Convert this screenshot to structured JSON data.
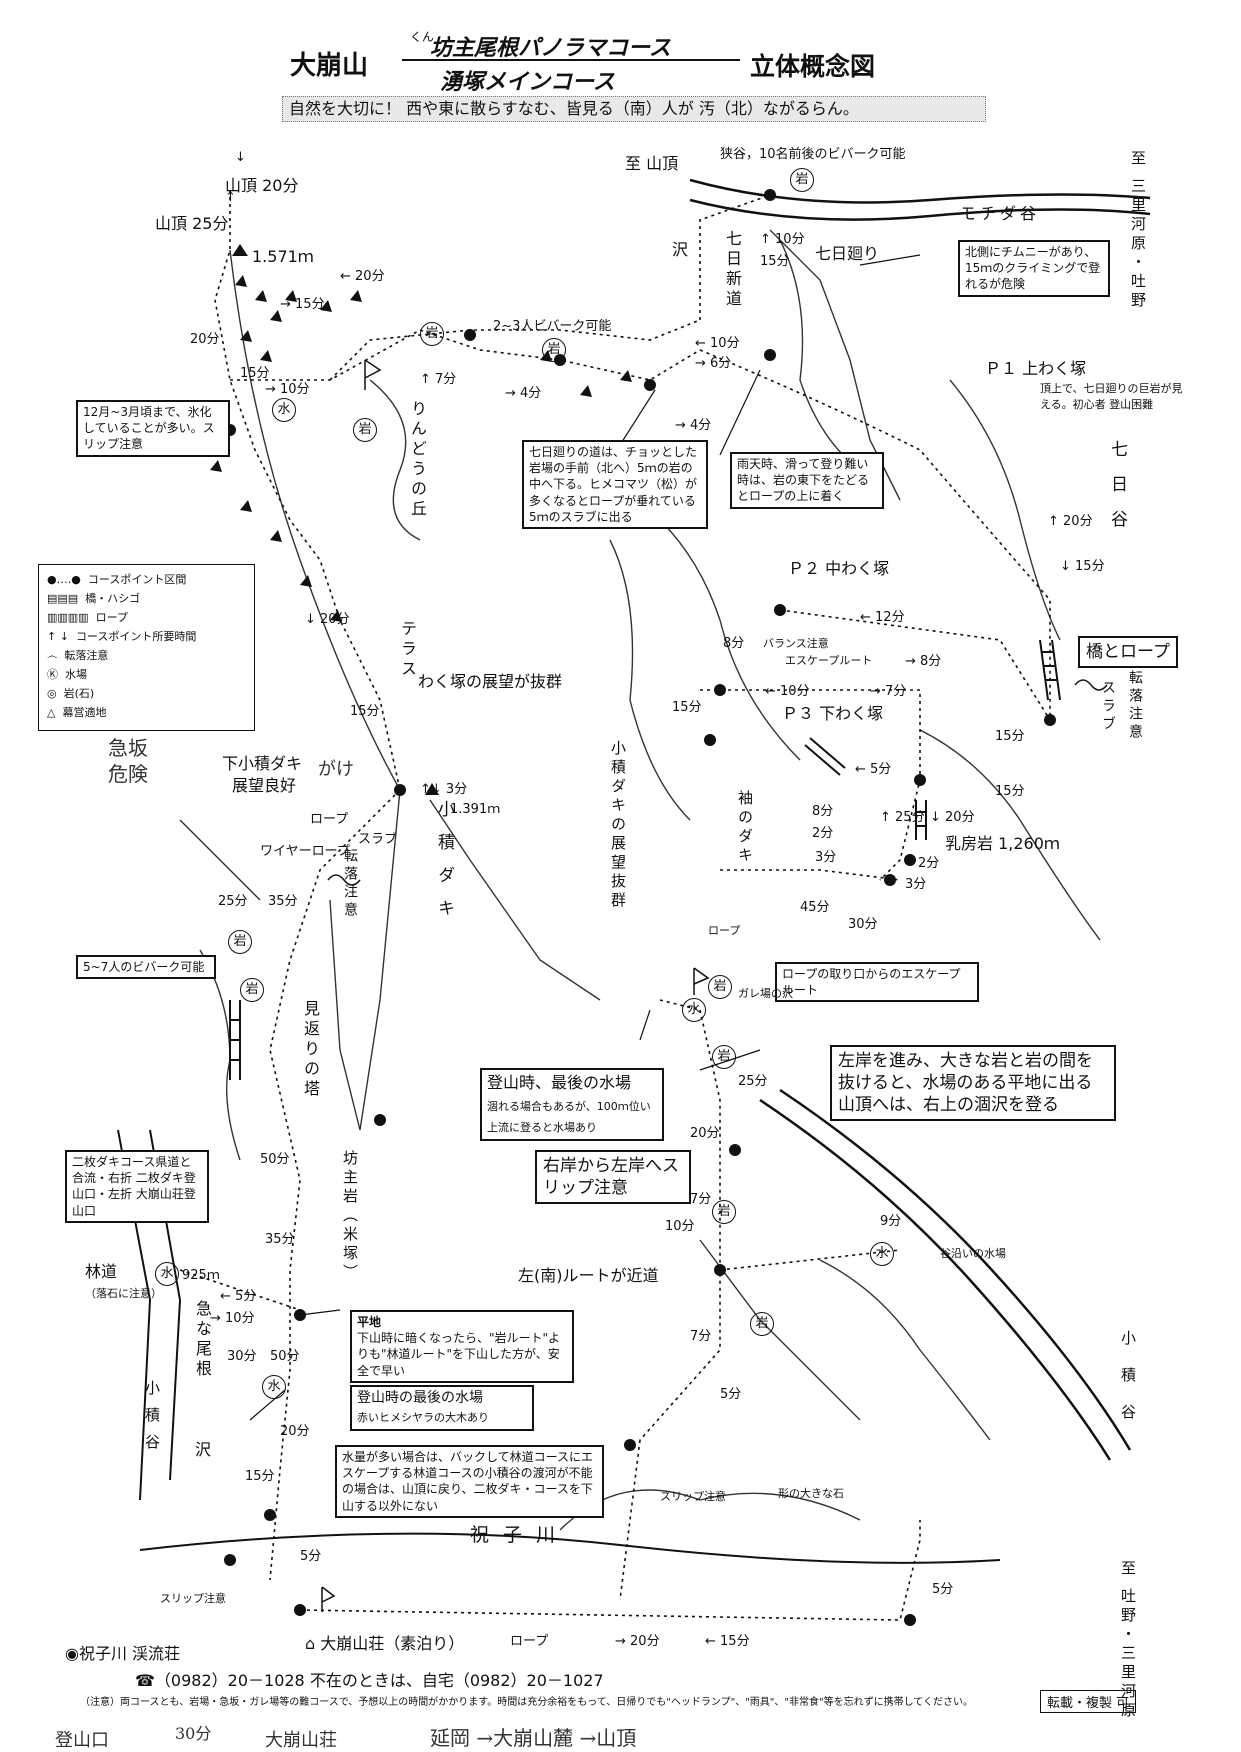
{
  "header": {
    "mountain": "大崩山",
    "ruby": "くん",
    "course1": "坊主尾根パノラマコース",
    "course2": "湧塚メインコース",
    "diagram_title": "立体概念図",
    "banner": "自然を大切に！ 西や東に散らすなむ、皆見る（南）人が 汚（北）ながるらん。"
  },
  "legend": {
    "items": [
      {
        "icon": "dot-line",
        "label": "コースポイント区間"
      },
      {
        "icon": "ladder",
        "label": "橋・ハシゴ"
      },
      {
        "icon": "rope",
        "label": "ロープ"
      },
      {
        "icon": "arrows",
        "label": "コースポイント所要時間"
      },
      {
        "icon": "fall",
        "label": "転落注意"
      },
      {
        "icon": "water",
        "label": "水場"
      },
      {
        "icon": "rock",
        "label": "岩(石)"
      },
      {
        "icon": "tent",
        "label": "幕営適地"
      }
    ]
  },
  "symbols": {
    "water": "水",
    "rock": "岩"
  },
  "labels": {
    "summit_top": "至 山頂",
    "mochida": "モチダ谷",
    "bivouac_top": "狭谷，10名前後のビバーク可能",
    "nanahi_meguri": "七日廻り",
    "nanahi_shindo": "七日新道",
    "sawa1": "沢",
    "summit20": "山頂 20分",
    "summit25": "山頂 25分",
    "peak1571": "1.571ｍ",
    "p1": "Ｐ１ 上わく塚",
    "p2": "Ｐ２ 中わく塚",
    "p3": "Ｐ３ 下わく塚",
    "nanahi_valley": "七日谷",
    "ringo": "りんどうの丘",
    "terrace": "テラス",
    "wakutsuka_view": "わく塚の展望が抜群",
    "shimo_kozumi": "下小積ダキ",
    "shimo_kozumi2": "展望良好",
    "pt1391": "1.391ｍ",
    "kozumi_daki": "小積ダキ",
    "kozumi_view": "小積ダキの展望抜群",
    "sode_daki": "袖のダキ",
    "chibusa": "乳房岩 1,260ｍ",
    "rope_bridge": "橋とロープ",
    "fall_note": "転落注意",
    "slab": "スラブ",
    "balance": "バランス注意",
    "escape": "エスケープルート",
    "rope_small": "ロープ",
    "wire_rope": "ワイヤーロープ",
    "slab2": "スラブ",
    "rope2": "ロープ",
    "tenraku2": "転落注意",
    "mikaeri": "見返りの塔",
    "bouzu": "坊主岩（米塚）",
    "rindo": "林道",
    "pt925": "925ｍ",
    "rakuseki": "（落石に注意）",
    "kyuna_one": "急な尾根",
    "sawa2": "沢",
    "kozumi_tani": "小積谷",
    "kozumi_tani2": "小積谷",
    "iwai_river": "祝子川",
    "slip1": "スリップ注意",
    "slip2": "スリップ注意",
    "gaba": "ガレ場の沢",
    "sanso_water": "谷沿いの水場",
    "left_route": "左(南)ルートが近道",
    "zoku_stone": "形の大きな石",
    "to_mikawa_top": "至 三里河原・吐野",
    "to_mikawa_bot": "至 吐野・三里河原",
    "rope_bottom": "ロープ",
    "hiragi": "平地"
  },
  "times": {
    "t1": "↓ 20分",
    "t2": "← 20分",
    "t3": "→ 15分",
    "t4": "20分",
    "t5": "15分",
    "t6": "→ 10分",
    "t7": "↑ 7分",
    "t8": "→ 4分",
    "t9": "← 10分",
    "t10": "→ 6分",
    "t11": "→ 4分",
    "t12": "↑ 10分",
    "t13": "15分",
    "t14": "↑ 20分",
    "t15": "↓ 15分",
    "t16": "↓ 20分",
    "t17": "15分",
    "t18": "↑↓ 3分",
    "t19": "← 12分",
    "t20": "8分",
    "t21": "→ 8分",
    "t22": "← 10分",
    "t23": "→ 7分",
    "t24": "15分",
    "t25": "15分",
    "t26": "← 5分",
    "t27": "↑ 25分",
    "t28": "↓ 20分",
    "t29": "15分",
    "t30": "8分",
    "t31": "2分",
    "t32": "3分",
    "t33": "2分",
    "t34": "3分",
    "t35": "45分",
    "t36": "30分",
    "t37": "25分",
    "t38": "35分",
    "t39": "50分",
    "t40": "35分",
    "t41": "← 5分",
    "t42": "→ 10分",
    "t43": "30分",
    "t44": "50分",
    "t45": "20分",
    "t46": "15分",
    "t47": "5分",
    "t48": "25分",
    "t49": "20分",
    "t50": "7分",
    "t51": "10分",
    "t52": "9分",
    "t53": "7分",
    "t54": "5分",
    "t55": "5分",
    "t56": "→ 20分",
    "t57": "← 15分"
  },
  "notes": {
    "bivouac23": "2~3人ビバーク可能",
    "freeze": "12月~3月頃まで、氷化していることが多い。スリップ注意",
    "nanahi_note": "七日廻りの道は、チョッとした岩場の手前（北へ）5ｍの岩の中へ下る。ヒメコマツ（松）が多くなるとロープが垂れている5ｍのスラブに出る",
    "rain_note": "雨天時、滑って登り難い時は、岩の東下をたどるとロープの上に着く",
    "climb_note": "北側にチムニーがあり、15ｍのクライミングで登れるが危険",
    "p1_note": "頂上で、七日廻りの巨岩が見える。初心者 登山困難",
    "bivouac57": "5~7人のビバーク可能",
    "last_water": "登山時、最後の水場",
    "last_water_sub": "涸れる場合もあるが、100ｍ位い上流に登ると水場あり",
    "left_bank": "左岸を進み、大きな岩と岩の間を抜けると、水場のある平地に出る山頂へは、右上の涸沢を登る",
    "right_to_left": "右岸から左岸へスリップ注意",
    "escape_rope": "ロープの取り口からのエスケープルート",
    "flat_title": "平地",
    "flat_note": "下山時に暗くなったら、\"岩ルート\"よりも\"林道ルート\"を下山した方が、安全で早い",
    "last_water2": "登山時の最後の水場",
    "last_water2_sub": "赤いヒメシヤラの大木あり",
    "flood_note": "水量が多い場合は、バックして林道コースにエスケープする林道コースの小積谷の渡河が不能の場合は、山頂に戻り、二枚ダキ・コースを下山する以外にない",
    "nimai_note": "二枚ダキコース県道と合流・右折 二枚ダキ登山口・左折 大崩山荘登山口"
  },
  "footer": {
    "lodge1": "祝子川 渓流荘",
    "lodge2": "大崩山荘（素泊り）",
    "phone": "☎（0982）20－1028 不在のときは、自宅（0982）20－1027",
    "note": "（注意）両コースとも、岩場・急坂・ガレ場等の難コースで、予想以上の時間がかかります。時間は充分余裕をもって、日帰りでも\"ヘッドランプ\"、\"雨具\"、\"非常食\"等を忘れずに携帯してください。",
    "copyright": "転載・複製 可"
  },
  "handwritten": {
    "kyuha": "急坂 危険",
    "gake": "がけ",
    "bottom1": "登山口",
    "bottom2": "30分",
    "bottom3": "大崩山荘",
    "bottom4": "延岡 →大崩山麓 →山頂"
  }
}
